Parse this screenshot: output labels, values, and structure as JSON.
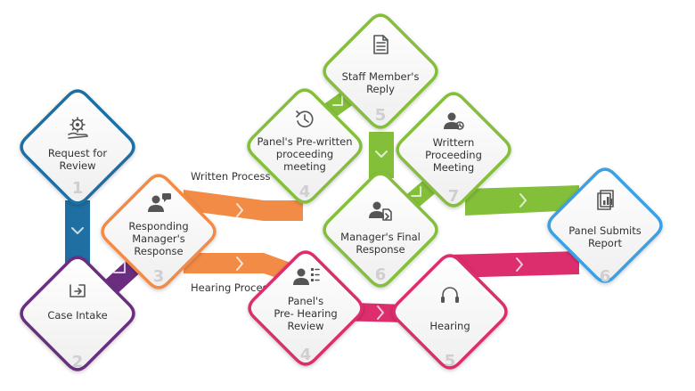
{
  "colors": {
    "blue": "#1f6fa3",
    "purple": "#6b2d80",
    "orange": "#f28b46",
    "green": "#84bf3a",
    "pink": "#dc2e6c",
    "light_blue": "#3aa0e4"
  },
  "paths": {
    "written": "Written Process",
    "hearing": "Hearing Process"
  },
  "steps": {
    "request": {
      "line1": "Request for",
      "line2": "Review",
      "number": "1",
      "icon": "gear-hand-icon"
    },
    "intake": {
      "line1": "Case Intake",
      "number": "2",
      "icon": "inbox-arrow-icon"
    },
    "responding": {
      "line1": "Responding",
      "line2": "Manager's",
      "line3": "Response",
      "number": "3",
      "icon": "person-chat-icon"
    },
    "prewritten": {
      "line1": "Panel's Pre-written",
      "line2": "proceeding",
      "line3": "meeting",
      "number": "4",
      "icon": "clock-history-icon"
    },
    "reply": {
      "line1": "Staff Member's",
      "line2": "Reply",
      "number": "5",
      "icon": "document-icon"
    },
    "final": {
      "line1": "Manager's Final",
      "line2": "Response",
      "number": "6",
      "icon": "person-document-icon"
    },
    "written_meeting": {
      "line1": "Writtern",
      "line2": "Proceeding",
      "line3": "Meeting",
      "number": "7",
      "icon": "person-clock-icon"
    },
    "prehearing": {
      "line1": "Panel's",
      "line2": "Pre- Hearing",
      "line3": "Review",
      "number": "4",
      "icon": "person-list-icon"
    },
    "hearing": {
      "line1": "Hearing",
      "number": "5",
      "icon": "headphones-icon"
    },
    "report": {
      "line1": "Panel Submits",
      "line2": "Report",
      "number": "6",
      "icon": "report-chart-icon"
    }
  }
}
